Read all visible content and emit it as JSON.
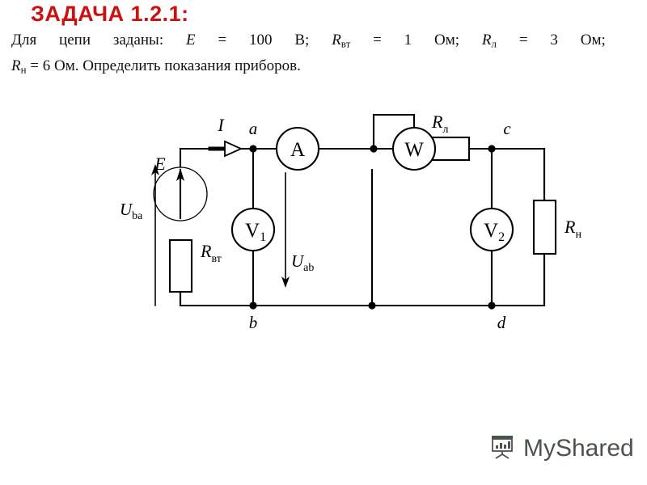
{
  "title": "ЗАДАЧА 1.2.1:",
  "title_color": "#cc1111",
  "statement": {
    "seg_dlya": "Для",
    "seg_tsepi": "цепи",
    "seg_zadany": "заданы:",
    "sym_E": "E",
    "eq1": "=",
    "val_E": "100",
    "unit_E": "В;",
    "sym_Rvt": "R",
    "sym_Rvt_sub": "вт",
    "eq2": "=",
    "val_Rvt": "1",
    "unit_Rvt": "Ом;",
    "sym_Rl": "R",
    "sym_Rl_sub": "л",
    "eq3": "=",
    "val_Rl": "3",
    "unit_Rl": "Ом;",
    "sym_Rn": "R",
    "sym_Rn_sub": "н",
    "eq4": "=",
    "val_Rn": "6",
    "unit_Rn": "Ом.",
    "tail": "Определить показания приборов."
  },
  "circuit": {
    "labels": {
      "node_a": "a",
      "node_b": "b",
      "node_c": "c",
      "node_d": "d",
      "current_I": "I",
      "emf_E": "E",
      "u_ba": "U",
      "u_ba_sub": "ba",
      "u_ab": "U",
      "u_ab_sub": "ab",
      "r_vt": "R",
      "r_vt_sub": "вт",
      "r_l": "R",
      "r_l_sub": "л",
      "r_n": "R",
      "r_n_sub": "н",
      "ammeter": "A",
      "wattmeter": "W",
      "voltmeter1": "V",
      "voltmeter1_sub": "1",
      "voltmeter2": "V",
      "voltmeter2_sub": "2"
    },
    "stroke_color": "#000000"
  },
  "watermark": {
    "text": "MyShared",
    "color": "#4a544a"
  }
}
